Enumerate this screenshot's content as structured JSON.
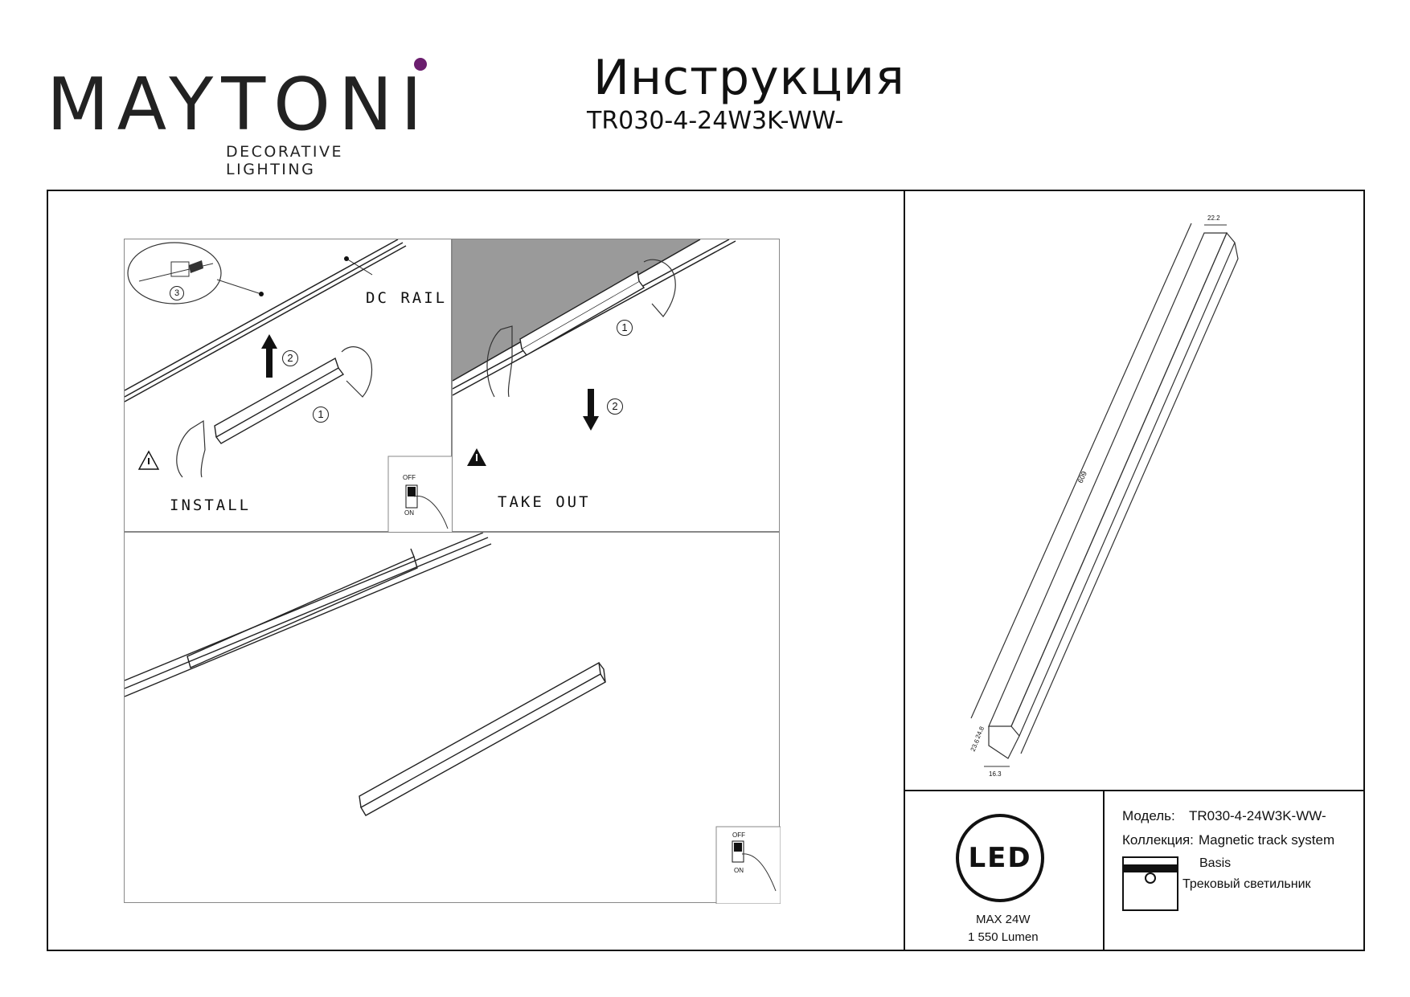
{
  "brand": {
    "name": "MAYTONI",
    "tagline": "DECORATIVE LIGHTING",
    "accent_color": "#6b1e6e"
  },
  "document": {
    "title": "Инструкция",
    "model_code": "TR030-4-24W3K-WW-"
  },
  "steps": {
    "install_label": "INSTALL",
    "takeout_label": "TAKE OUT",
    "rail_label": "DC RAIL",
    "markers": [
      "1",
      "2",
      "3"
    ],
    "switch_off": "OFF",
    "switch_on": "ON"
  },
  "dimensions": {
    "length": "609",
    "top_width": "22.2",
    "height_a": "24.8",
    "height_b": "23.6",
    "bottom_width": "16.3"
  },
  "specs": {
    "led_icon_text": "LED",
    "power": "MAX 24W",
    "lumen": "1 550 Lumen"
  },
  "info": {
    "model_label": "Модель:",
    "model_value": "TR030-4-24W3K-WW-",
    "collection_label": "Коллекция:",
    "collection_value": "Magnetic track system",
    "collection_sub": "Basis",
    "type_value": "Трековый светильник"
  }
}
